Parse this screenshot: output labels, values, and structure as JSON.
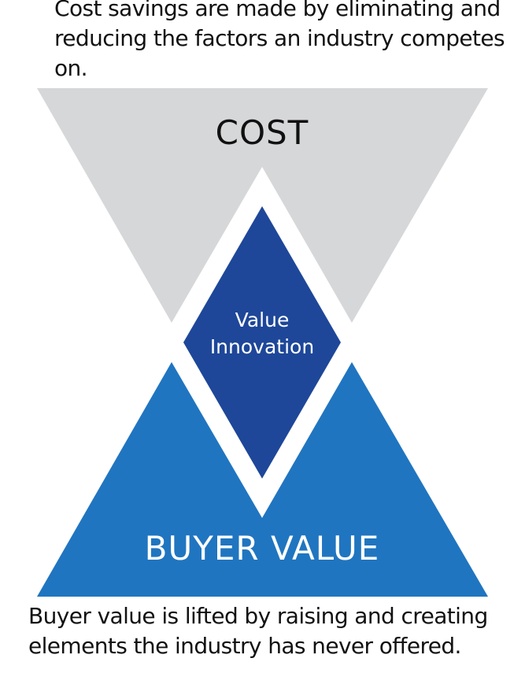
{
  "captions": {
    "top": "Cost savings are made by eliminating and reducing the factors an industry competes on.",
    "bottom": "Buyer value is lifted by raising and creating elements the industry has never offered."
  },
  "shapes": {
    "cost": {
      "label": "COST",
      "color": "#d6d7d9"
    },
    "value_innovation": {
      "label_line1": "Value",
      "label_line2": "Innovation",
      "color": "#1e4799"
    },
    "buyer_value": {
      "label": "BUYER VALUE",
      "color": "#2075c0"
    }
  }
}
